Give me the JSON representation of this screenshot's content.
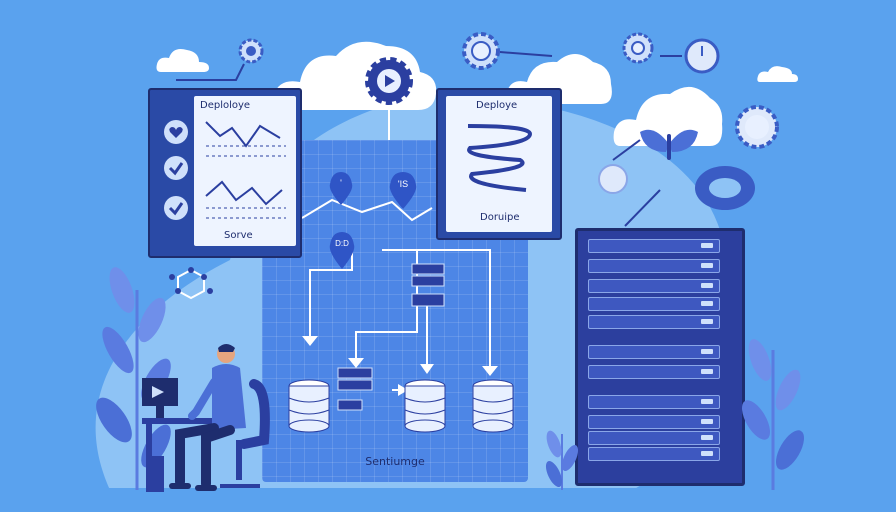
{
  "colors": {
    "background": "#5aa2ee",
    "backdrop": "#8ec3f5",
    "panel_dark": "#2a4aa6",
    "panel_light": "#cfe0fb",
    "board": "#4d86e6",
    "server_rack": "#2c3f9e",
    "leaf": "#5a7be0",
    "person_shirt": "#4b6fd6"
  },
  "panel_left": {
    "title": "Deploloye",
    "footer": "Sorve",
    "items": [
      {
        "icon": "heart-icon"
      },
      {
        "icon": "check-icon"
      },
      {
        "icon": "check-icon"
      }
    ]
  },
  "panel_right": {
    "title": "Deploye",
    "footer": "Doruipe"
  },
  "board": {
    "caption": "Sentiumge",
    "pins": [
      "'",
      "'IS",
      "D:D"
    ]
  },
  "icons": [
    "cloud-icon",
    "gear-icon",
    "play-icon",
    "butterfly-icon",
    "server-rack-icon",
    "database-icon",
    "person-icon",
    "computer-icon",
    "chair-icon",
    "plant-icon",
    "hexagon-network-icon"
  ]
}
